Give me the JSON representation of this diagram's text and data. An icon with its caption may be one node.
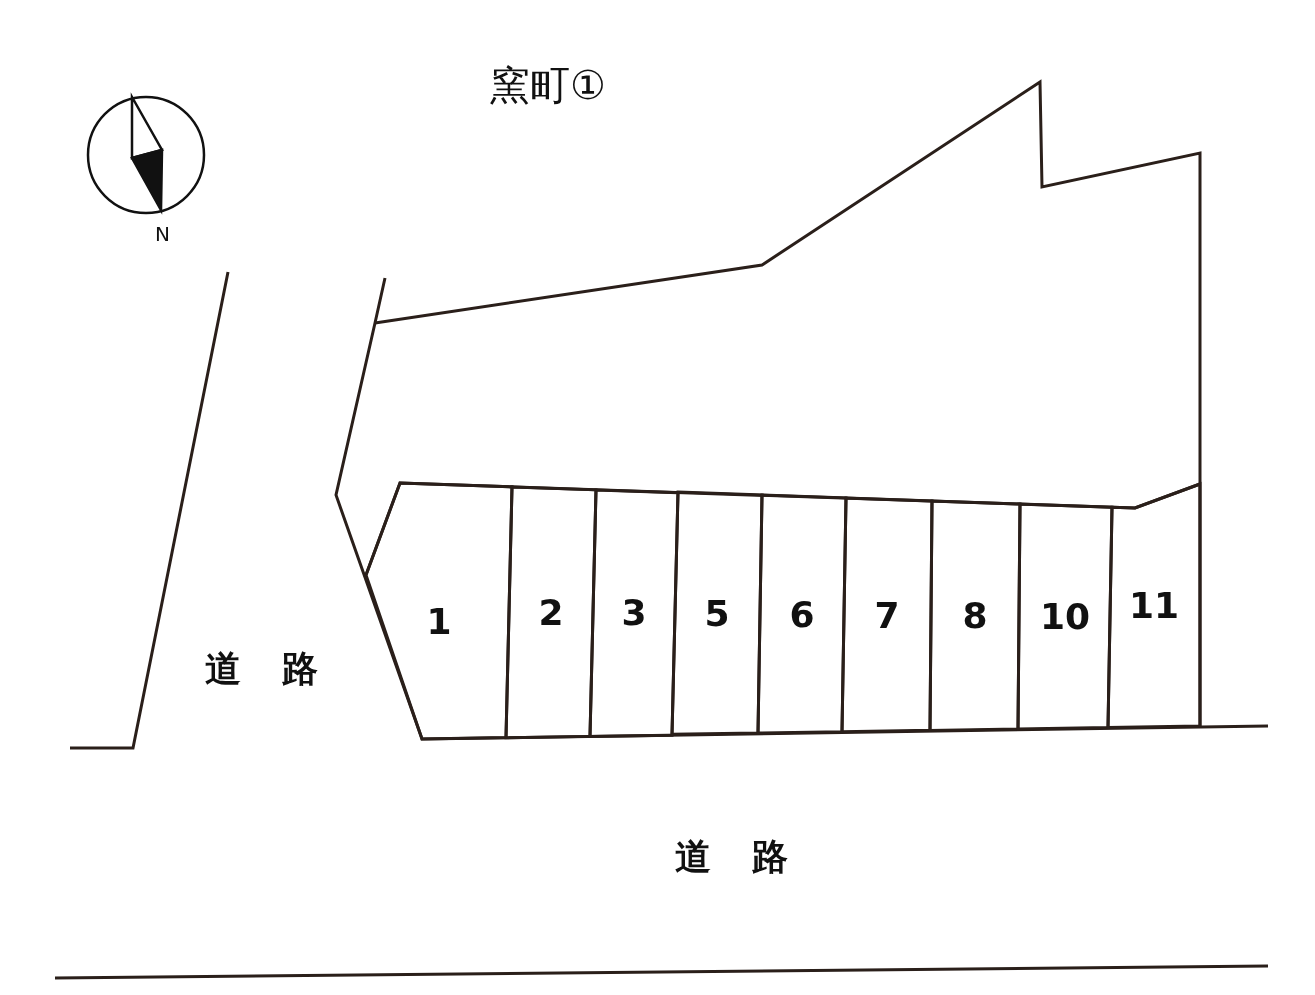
{
  "diagram": {
    "title": "窯町①",
    "nodes": [
      {
        "text": [
          "1"
        ]
      },
      {
        "text": [
          "2"
        ]
      },
      {
        "text": [
          "3"
        ]
      },
      {
        "text": [
          "5"
        ]
      },
      {
        "text": [
          "6"
        ]
      },
      {
        "text": [
          "7"
        ]
      },
      {
        "text": [
          "8"
        ]
      },
      {
        "text": [
          "10"
        ]
      },
      {
        "text": [
          "11"
        ]
      }
    ],
    "labels": [
      "N",
      "道 路",
      "道 路"
    ]
  }
}
